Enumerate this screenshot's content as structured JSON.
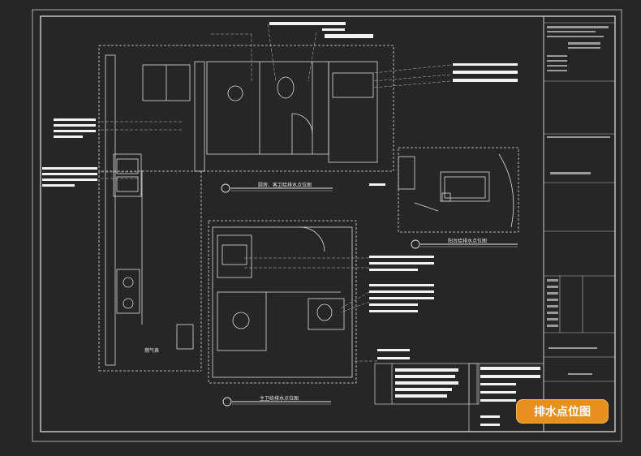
{
  "drawing": {
    "plan_labels": {
      "kitchen": "厨房、客卫给排水点位图",
      "balcony": "阳台给排水点位图",
      "master_bath": "主卫给排水点位图",
      "gas_meter": "燃气表"
    }
  },
  "badge": {
    "text": "排水点位图"
  },
  "colors": {
    "background": "#262626",
    "line": "#dcdcdc",
    "badge": "#e8901e"
  }
}
